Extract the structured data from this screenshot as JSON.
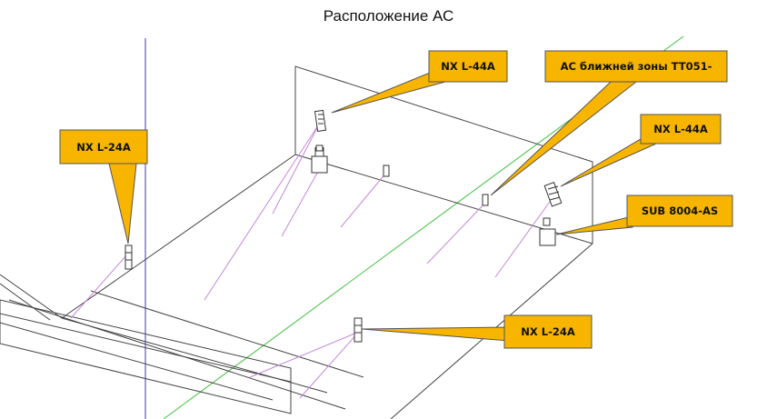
{
  "title": "Расположение АС",
  "colors": {
    "callout_fill": "#f7b500",
    "callout_stroke": "#555555",
    "room_line": "#444444",
    "axis_blue": "#3b3ba8",
    "axis_green": "#3fbf3f",
    "sound_ray": "#c488d6"
  },
  "callouts": [
    {
      "id": "top-left-main",
      "label": "NX L-44A"
    },
    {
      "id": "near-field",
      "label": "АС ближней зоны TT051-"
    },
    {
      "id": "right-main",
      "label": "NX L-44A"
    },
    {
      "id": "subwoofer",
      "label": "SUB 8004-AS"
    },
    {
      "id": "left-fill",
      "label": "NX L-24A"
    },
    {
      "id": "center-fill",
      "label": "NX L-24A"
    }
  ]
}
